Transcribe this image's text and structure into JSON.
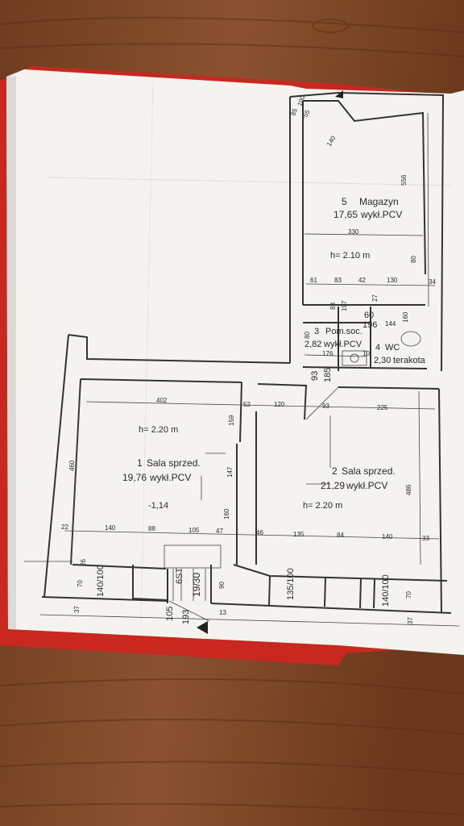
{
  "rooms": [
    {
      "id": "magazyn",
      "number": "5",
      "name": "Magazyn",
      "area": "17,65",
      "floor": "wykł.PCV",
      "height": "h= 2.10 m"
    },
    {
      "id": "pomsoc",
      "number": "3",
      "name": "Pom.soc.",
      "area": "2,82",
      "floor": "wykł.PCV"
    },
    {
      "id": "wc",
      "number": "4",
      "name": "WC",
      "area": "2,30",
      "floor": "terakota"
    },
    {
      "id": "sala1",
      "number": "1",
      "name": "Sala sprzed.",
      "area": "19,76",
      "floor": "wykł.PCV",
      "height": "h= 2.20 m"
    },
    {
      "id": "sala2",
      "number": "2",
      "name": "Sala sprzed.",
      "area": "21,29",
      "floor": "wykł.PCV",
      "height": "h= 2.20 m"
    }
  ],
  "level_mark": "-1,14",
  "stairs": {
    "steps": "6ST",
    "ratio": "19/30"
  },
  "dimensions": {
    "d100": "100",
    "d85": "85",
    "d55": "~55",
    "d140top": "140",
    "d556": "556",
    "d330": "330",
    "d80": "80",
    "d61": "61",
    "d83a": "83",
    "d42": "42",
    "d130": "130",
    "d34": "34",
    "d27": "27",
    "d83b": "83",
    "d197": "197",
    "d60": "60",
    "d196": "196",
    "d144": "144",
    "d160": "160",
    "d80b": "80",
    "d176": "176",
    "d10": "10",
    "d93a": "93",
    "d185": "185",
    "d402": "402",
    "d52": "52",
    "d120": "120",
    "d93b": "93",
    "d225": "225",
    "d159": "159",
    "d460": "460",
    "d147": "147",
    "d486": "486",
    "d160b": "160",
    "d22": "22",
    "d140a": "140",
    "d88": "88",
    "d105": "105",
    "d47": "47",
    "d46": "46",
    "d135": "135",
    "d84": "84",
    "d140b": "140",
    "d33": "33",
    "d26": "26",
    "d70a": "70",
    "d90": "90",
    "d70b": "70",
    "d37a": "37",
    "d37b": "37",
    "d13": "13",
    "d105b": "105",
    "d193": "193",
    "w1": "140/100",
    "w2": "135/100",
    "w3": "140/100"
  },
  "colors": {
    "paper": "#f4f3ef",
    "line": "#333333",
    "wood": "#7a4526",
    "binder": "#c8281f"
  }
}
